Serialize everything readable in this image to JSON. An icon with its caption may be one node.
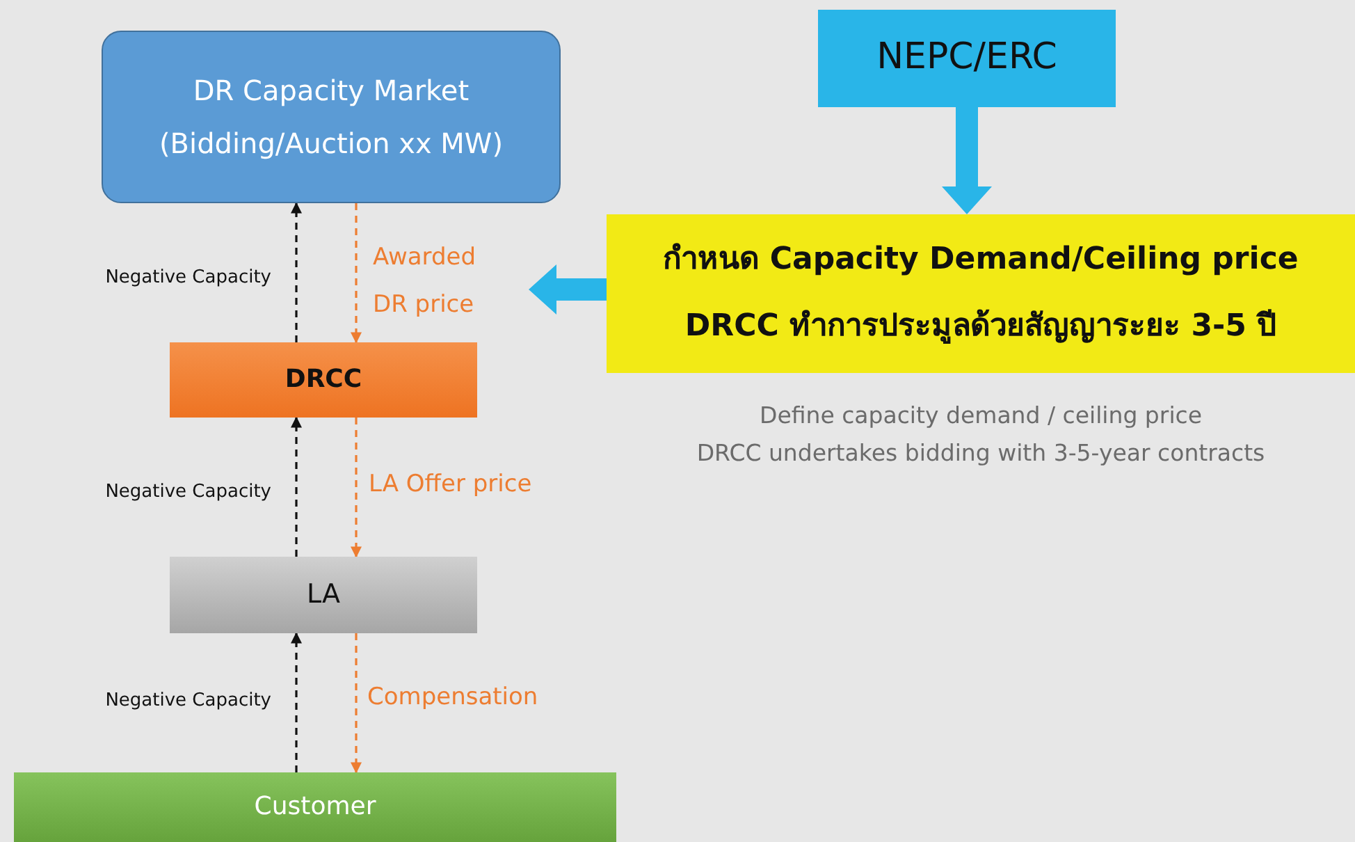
{
  "diagram": {
    "nodes": [
      {
        "text": [
          "DR Capacity Market (Bidding/Auction xx MW)"
        ]
      },
      {
        "text": [
          "NEPC/ERC"
        ]
      },
      {
        "text": [
          "กำหนด Capacity Demand/Ceiling price",
          "DRCC ทำการประมูลด้วยสัญญาระยะ 3-5 ปี"
        ],
        "beside": [
          "Define capacity demand / ceiling price",
          "DRCC undertakes bidding with 3-5-year contracts"
        ]
      },
      {
        "text": [
          "DRCC"
        ]
      },
      {
        "text": [
          "LA"
        ]
      },
      {
        "text": [
          "Customer"
        ]
      }
    ],
    "edges": [
      {
        "from": 1,
        "to": 2,
        "arrow": "to",
        "style": "thick",
        "color": "#29b5e8"
      },
      {
        "from": 2,
        "to": null,
        "arrow": "to",
        "style": "thick",
        "color": "#29b5e8"
      },
      {
        "from": 3,
        "to": 0,
        "arrow": "to",
        "style": "dashed",
        "label": "Negative Capacity"
      },
      {
        "from": 0,
        "to": 3,
        "arrow": "to",
        "style": "dashed",
        "color": "#ed7d31",
        "label": "Awarded DR price"
      },
      {
        "from": 4,
        "to": 3,
        "arrow": "to",
        "style": "dashed",
        "label": "Negative Capacity"
      },
      {
        "from": 3,
        "to": 4,
        "arrow": "to",
        "style": "dashed",
        "color": "#ed7d31",
        "label": "LA Offer price"
      },
      {
        "from": 5,
        "to": 4,
        "arrow": "to",
        "style": "dashed",
        "label": "Negative Capacity"
      },
      {
        "from": 4,
        "to": 5,
        "arrow": "to",
        "style": "dashed",
        "color": "#ed7d31",
        "label": "Compensation"
      }
    ]
  }
}
